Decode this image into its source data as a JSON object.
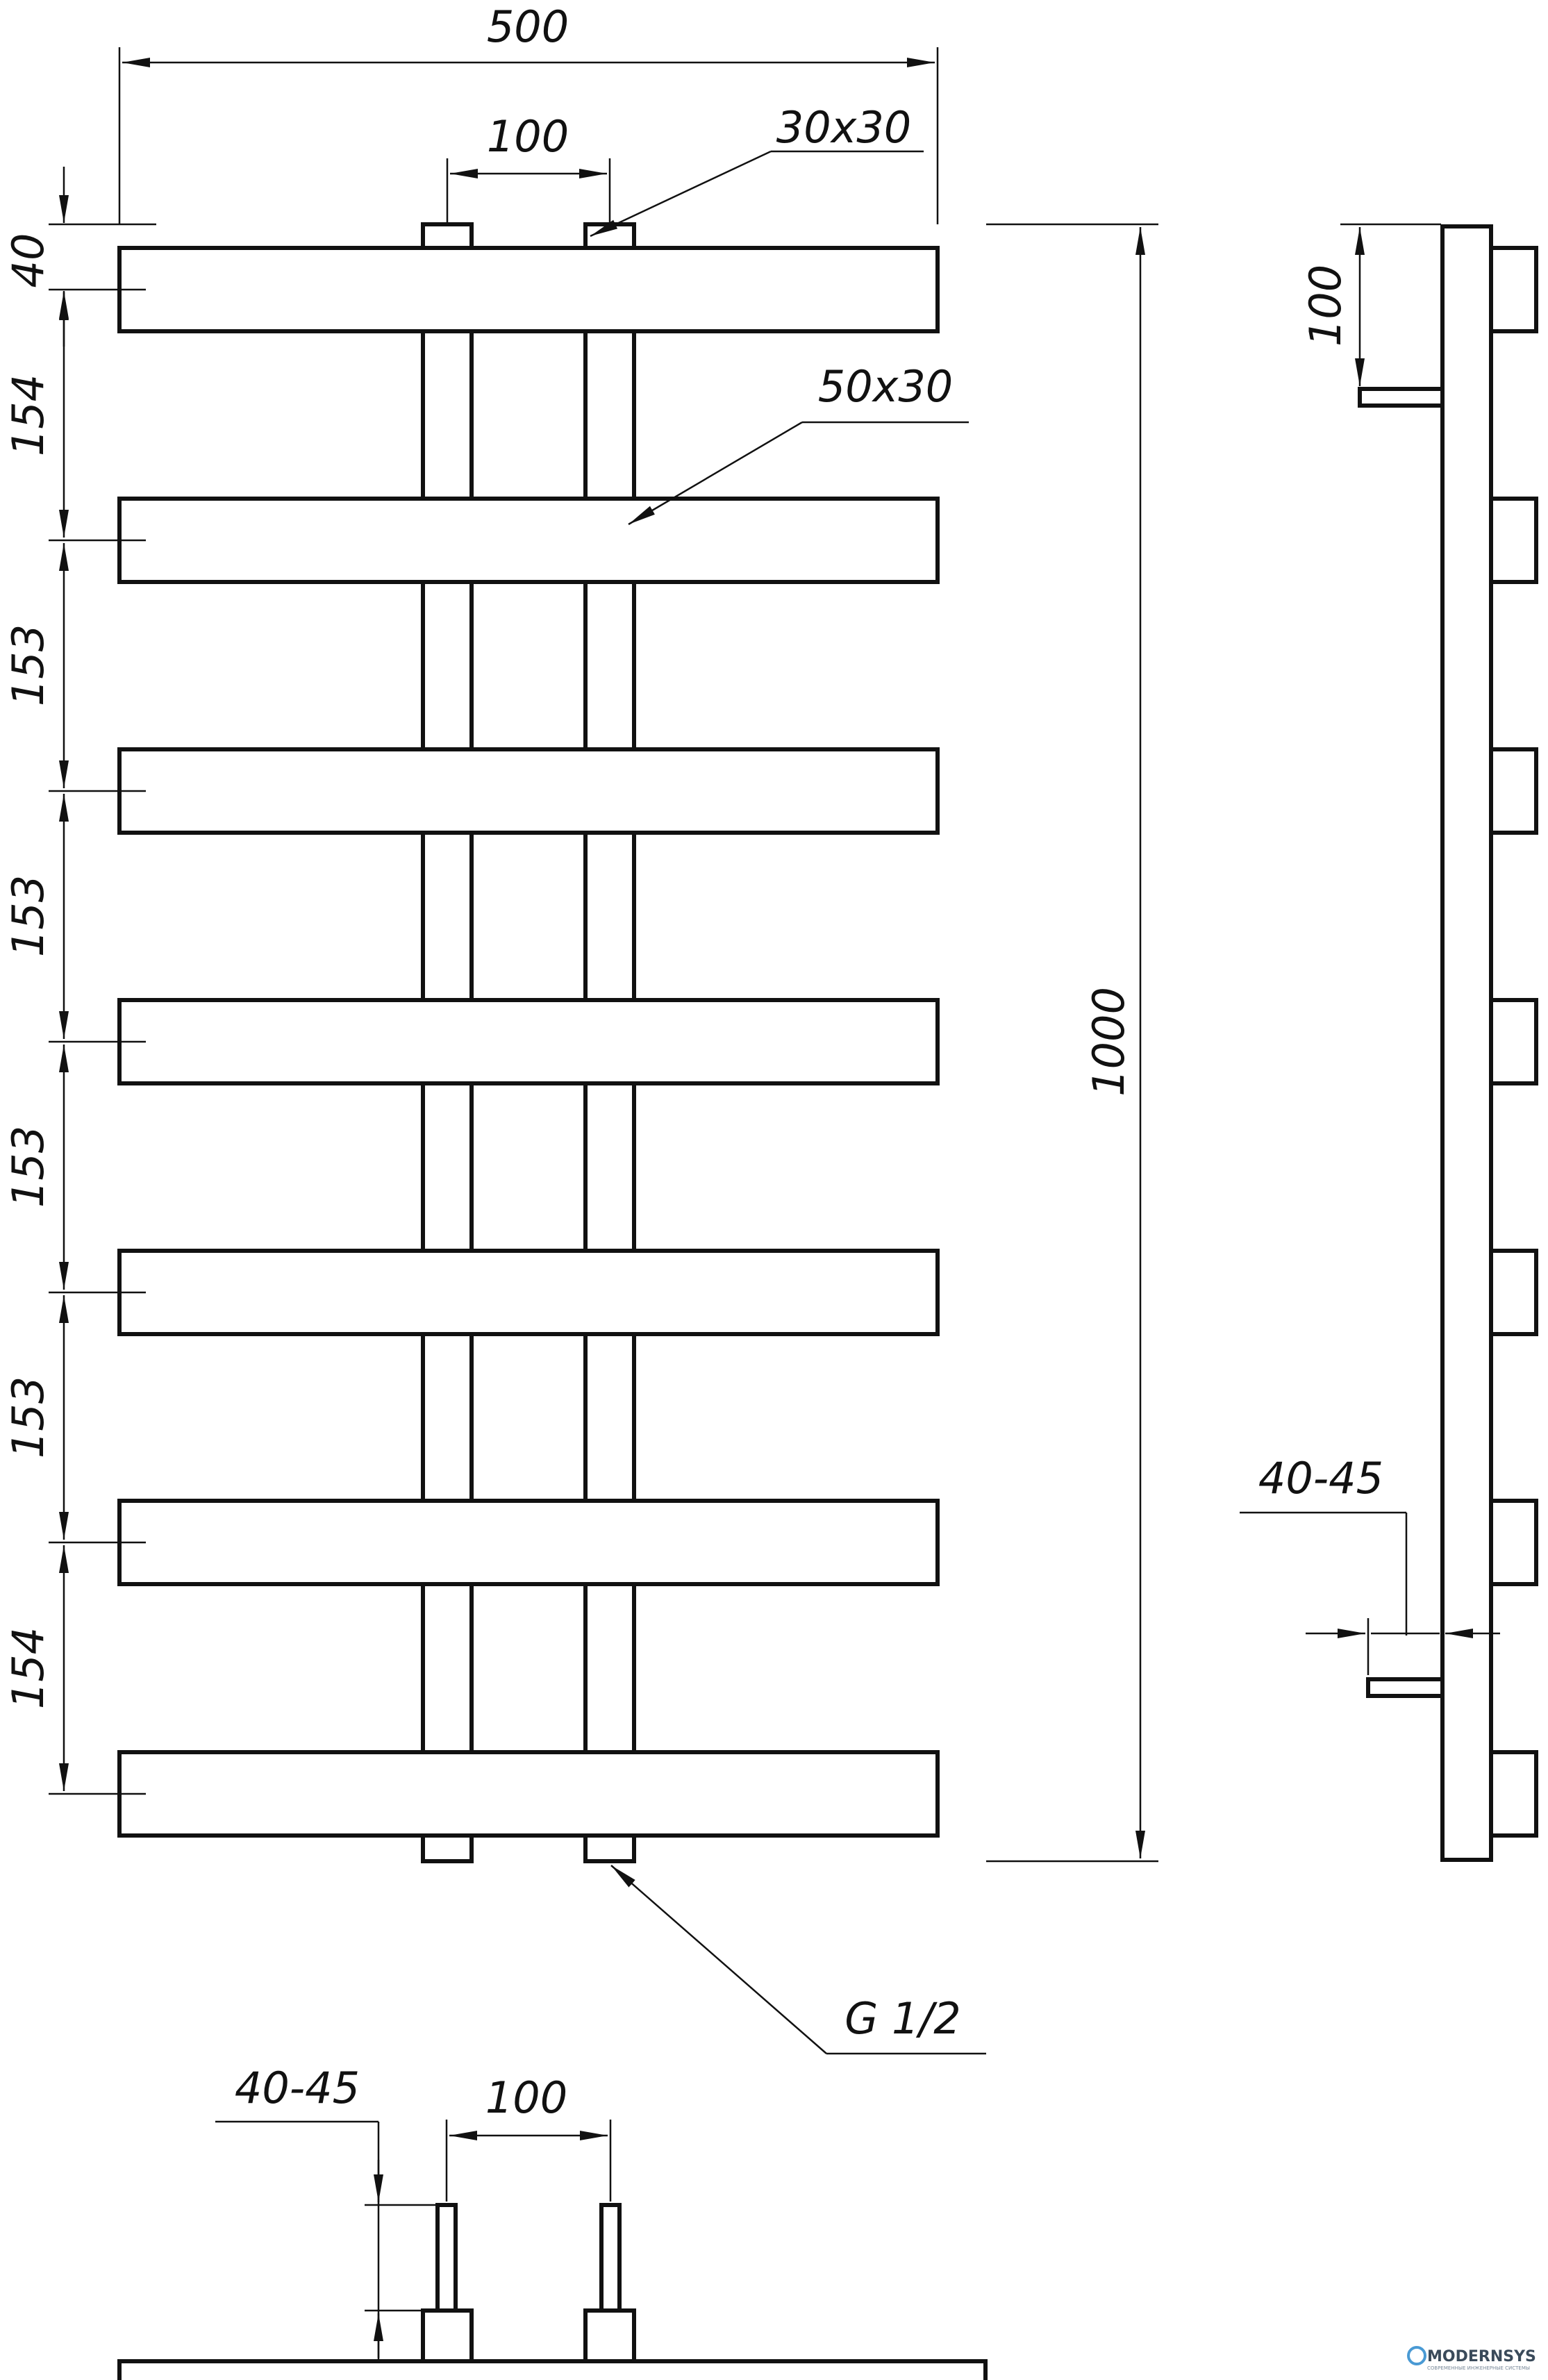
{
  "drawing": {
    "dimensions": {
      "total_width": "500",
      "pipe_spacing": "100",
      "inlet_size": "30x30",
      "bar_size": "50x30",
      "top_offset": "40",
      "spacing_1": "154",
      "spacing_2": "153",
      "spacing_3": "153",
      "spacing_4": "153",
      "spacing_5": "153",
      "spacing_6": "154",
      "total_height": "1000",
      "thread": "G 1/2",
      "side_top_offset": "100",
      "side_wall_distance": "40-45",
      "bottom_wall_distance": "40-45",
      "bottom_pipe_spacing": "100"
    },
    "logo": {
      "name": "MODERNSYS",
      "tagline": "СОВРЕМЕННЫЕ ИНЖЕНЕРНЫЕ СИСТЕМЫ"
    },
    "colors": {
      "line": "#111111",
      "background": "#ffffff"
    }
  }
}
